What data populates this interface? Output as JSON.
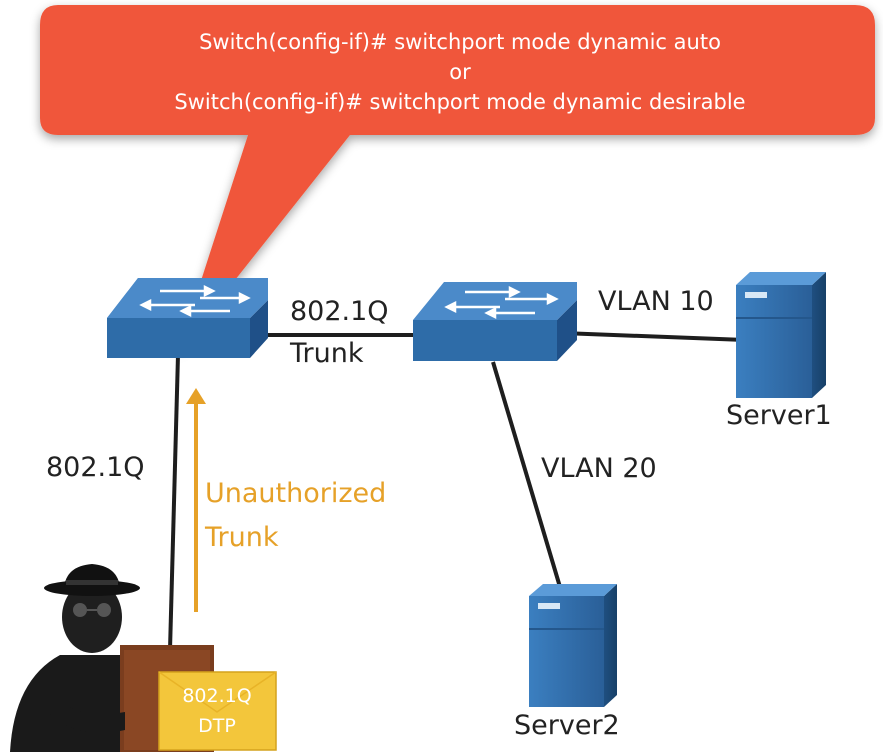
{
  "callout": {
    "line1": "Switch(config-if)# switchport mode dynamic auto",
    "line2": "or",
    "line3": "Switch(config-if)# switchport mode dynamic desirable"
  },
  "links": {
    "switch_to_switch_top": "802.1Q",
    "switch_to_switch_bottom": "Trunk",
    "attacker_link": "802.1Q",
    "unauthorized_line1": "Unauthorized",
    "unauthorized_line2": "Trunk",
    "server1_vlan": "VLAN 10",
    "server2_vlan": "VLAN 20"
  },
  "devices": {
    "server1": "Server1",
    "server2": "Server2"
  },
  "frame_envelope": {
    "line1": "802.1Q",
    "line2": "DTP"
  },
  "colors": {
    "callout": "#f0573a",
    "switch_top": "#4b8ac9",
    "switch_side": "#2e6ca8",
    "server": "#2f6fae",
    "unauthorized_arrow": "#e6a128",
    "envelope": "#f3c63b",
    "attacker": "#1a1a1a",
    "link": "#1e1e1e"
  }
}
